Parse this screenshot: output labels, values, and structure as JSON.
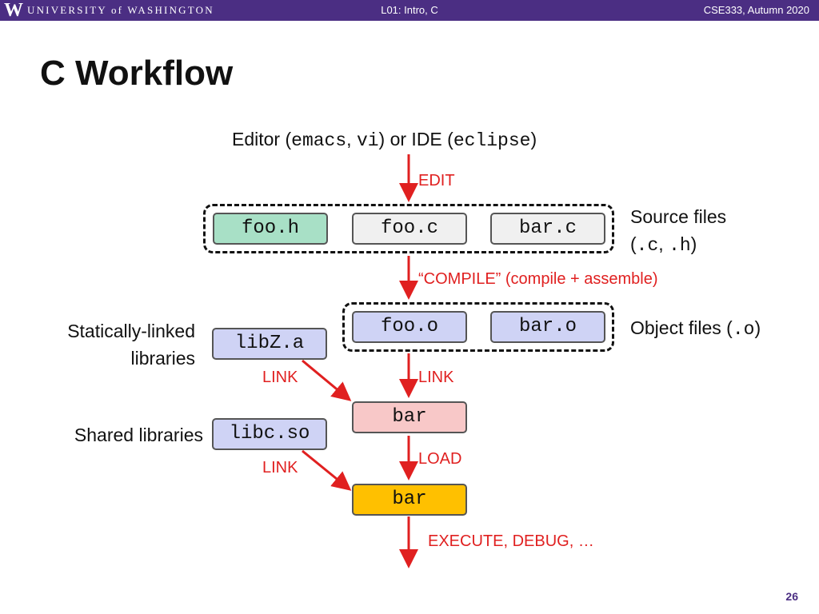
{
  "header": {
    "logo_letter": "W",
    "university": "UNIVERSITY of WASHINGTON",
    "lecture": "L01:  Intro, C",
    "course": "CSE333, Autumn 2020"
  },
  "slide": {
    "title": "C Workflow",
    "page_number": "26"
  },
  "colors": {
    "header_bg": "#4b2e83",
    "arrow": "#e02020",
    "source_header_fill": "#a8e0c6",
    "source_fill": "#f0f0f0",
    "object_fill": "#cfd3f5",
    "executable_fill": "#f8c8c8",
    "loaded_fill": "#ffc000"
  },
  "diagram": {
    "editor": {
      "prefix": "Editor (",
      "emacs": "emacs",
      "comma": ", ",
      "vi": "vi",
      "mid": ") or IDE (",
      "eclipse": "eclipse",
      "suffix": ")"
    },
    "edit_label": "EDIT",
    "source_files": [
      "foo.h",
      "foo.c",
      "bar.c"
    ],
    "source_caption": {
      "line1": "Source files",
      "open": "(",
      "c_ext": ".c",
      "sep": ", ",
      "h_ext": ".h",
      "close": ")"
    },
    "compile_label": "“COMPILE” (compile + assemble)",
    "object_files": [
      "foo.o",
      "bar.o"
    ],
    "object_caption": {
      "prefix": "Object files (",
      "ext": ".o",
      "suffix": ")"
    },
    "static_caption": {
      "line1": "Statically-linked",
      "line2": "libraries"
    },
    "static_lib": "libZ.a",
    "link_labels": [
      "LINK",
      "LINK",
      "LINK"
    ],
    "executable": "bar",
    "shared_caption": "Shared libraries",
    "shared_lib": "libc.so",
    "load_label": "LOAD",
    "loaded": "bar",
    "execute_label": "EXECUTE, DEBUG, …"
  }
}
